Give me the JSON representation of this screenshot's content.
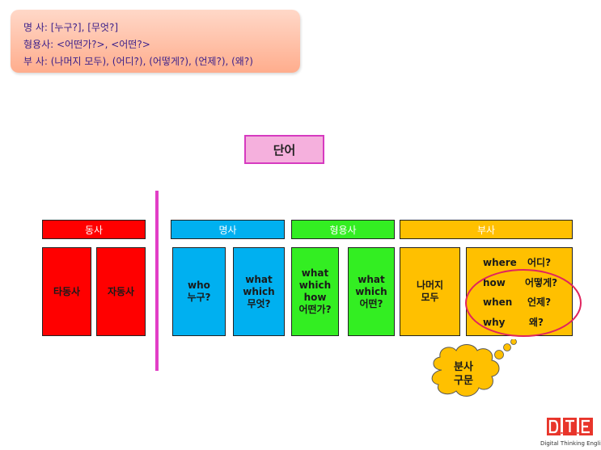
{
  "note": {
    "line1": "명    사:  [누구?], [무엇?]",
    "line2": "형용사:  <어떤가?>,  <어떤?>",
    "line3": "부    사:  (나머지  모두), (어디?), (어떻게?), (언제?), (왜?)"
  },
  "title": "단어",
  "headers": {
    "verb": "동사",
    "noun": "명사",
    "adjective": "형용사",
    "adverb": "부사"
  },
  "columns": {
    "transitive": "타동사",
    "intransitive": "자동사",
    "noun_who": "who\n누구?",
    "noun_what": "what\nwhich\n무엇?",
    "adj_how": "what\nwhich\nhow\n어떤가?",
    "adj_which": "what\nwhich\n어떤?",
    "adv_rest": "나머지\n모두"
  },
  "adverb_rows": [
    {
      "en": "where",
      "ko": "어디?"
    },
    {
      "en": "how",
      "ko": "어떻게?"
    },
    {
      "en": "when",
      "ko": "언제?"
    },
    {
      "en": "why",
      "ko": "왜?"
    }
  ],
  "callout": "분사\n구문",
  "logo": {
    "mark": "D.T.E",
    "caption": "Digital Thinking English",
    "color": "#e8352b"
  }
}
